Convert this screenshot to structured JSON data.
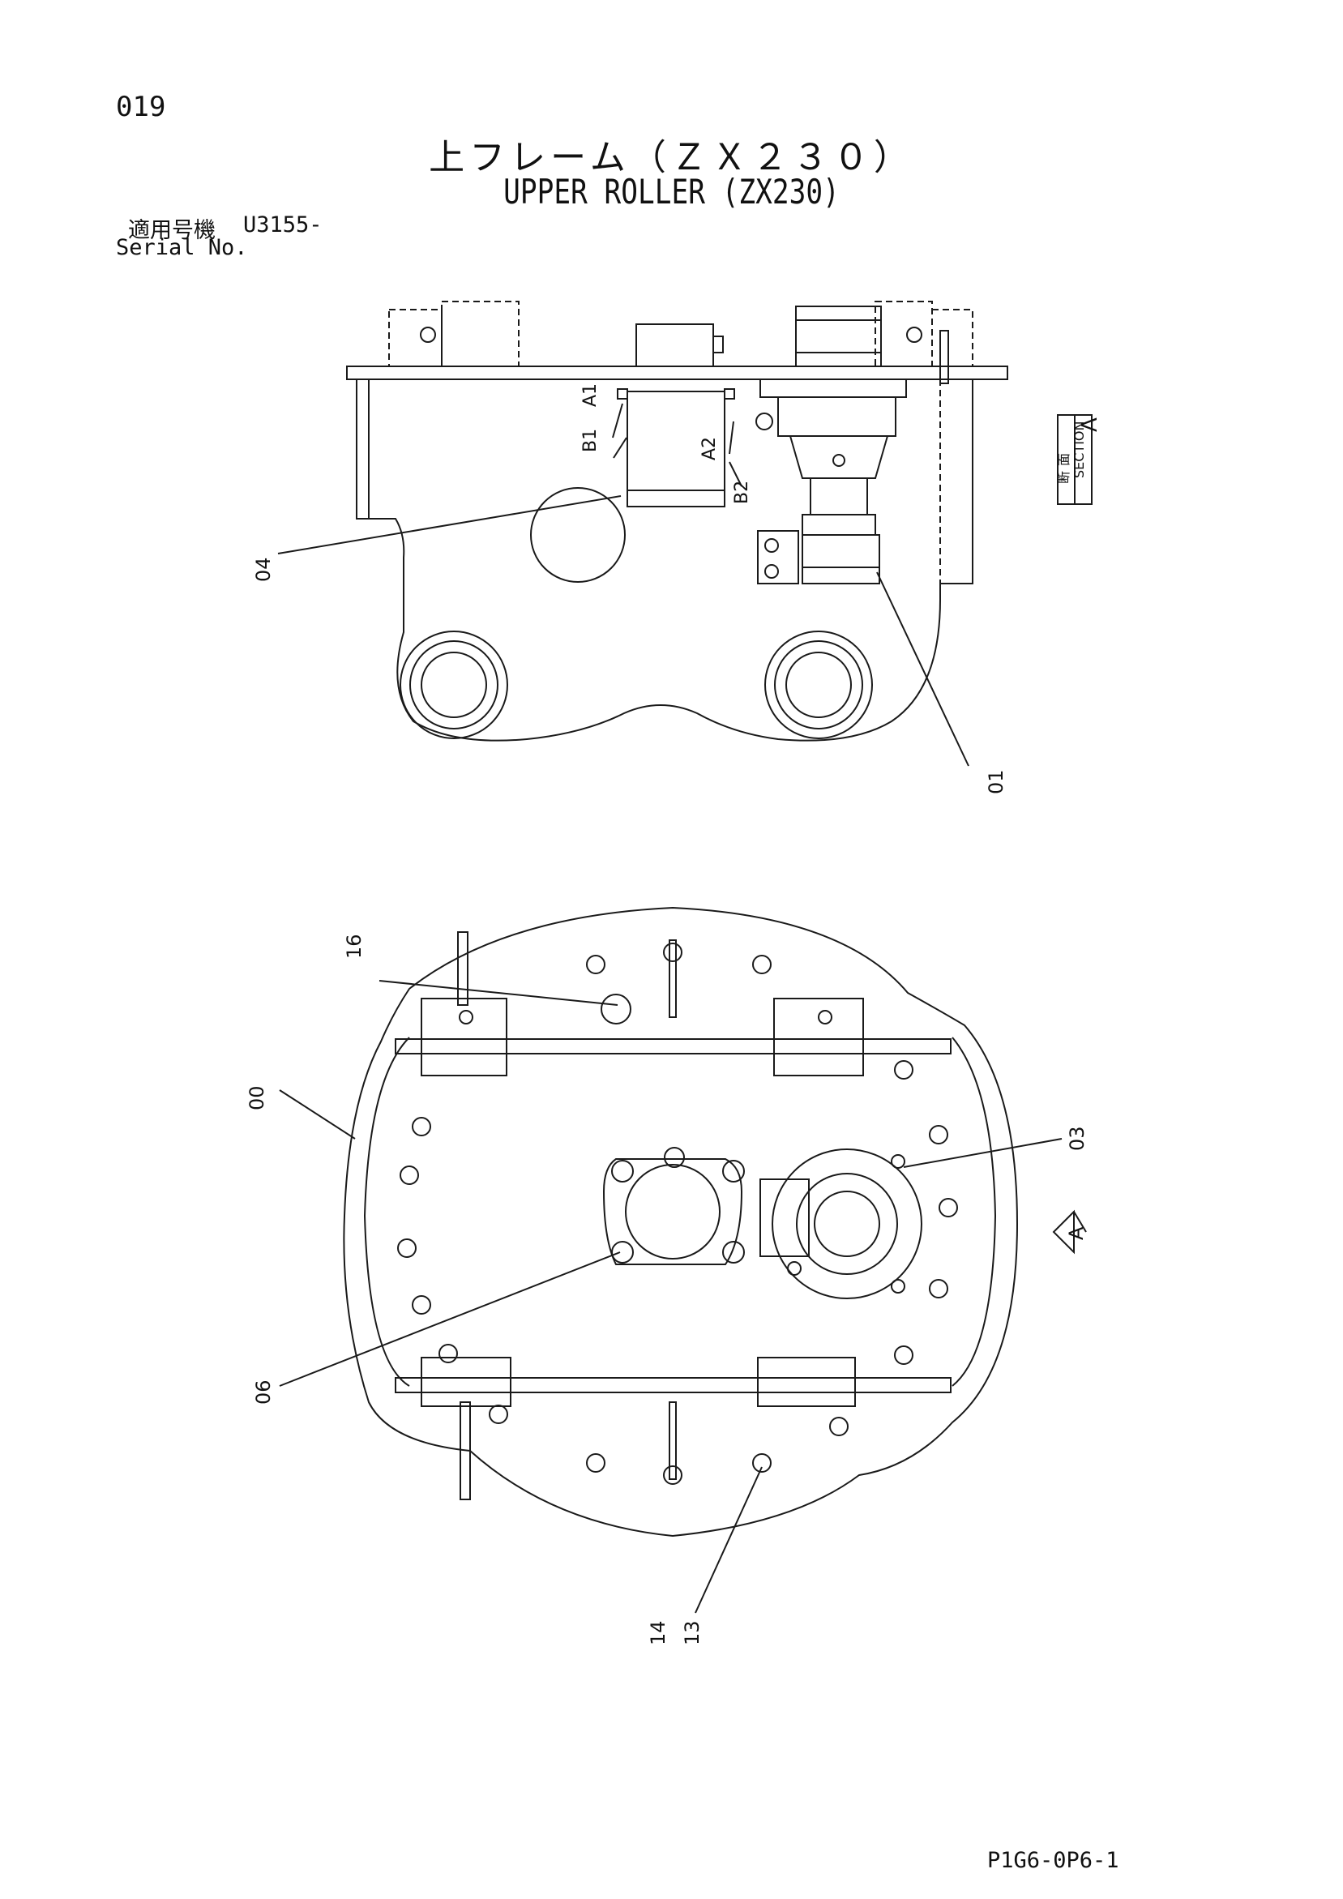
{
  "page_number": "019",
  "title": {
    "japanese": "上フレーム（ＺＸ２３０）",
    "english": "UPPER ROLLER (ZX230)"
  },
  "serial": {
    "label_jp": "適用号機",
    "value": "U3155-",
    "label_en": "Serial No."
  },
  "document_code": "P1G6-0P6-1",
  "section_marker": {
    "jp_1": "断",
    "jp_2": "面",
    "en": "SECTION",
    "letter": "A"
  },
  "view_arrow_letter": "A",
  "port_labels": {
    "a1": "A1",
    "b1": "B1",
    "a2": "A2",
    "b2": "B2"
  },
  "callouts": {
    "c04": "04",
    "c01": "01",
    "c16": "16",
    "c00": "00",
    "c03": "03",
    "c06": "06",
    "c14": "14",
    "c13": "13"
  },
  "colors": {
    "line": "#1a1a1a",
    "hidden_line": "#333333",
    "paper": "#ffffff"
  }
}
